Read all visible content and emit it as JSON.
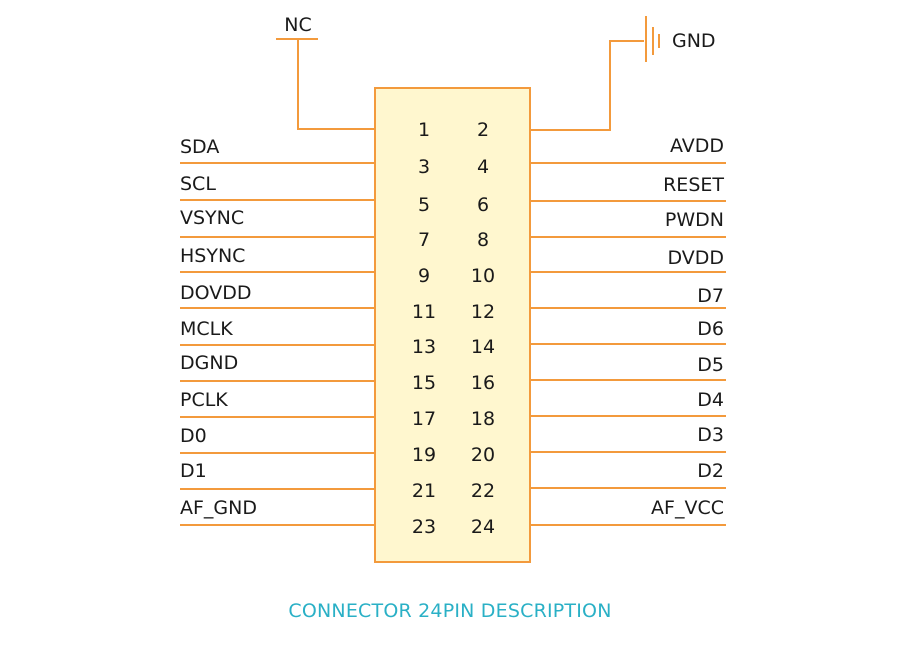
{
  "caption": "CONNECTOR 24PIN DESCRIPTION",
  "top_left_label": "NC",
  "top_right_label": "GND",
  "left_labels": [
    "SDA",
    "SCL",
    "VSYNC",
    "HSYNC",
    "DOVDD",
    "MCLK",
    "DGND",
    "PCLK",
    "D0",
    "D1",
    "AF_GND"
  ],
  "right_labels": [
    "AVDD",
    "RESET",
    "PWDN",
    "DVDD",
    "D7",
    "D6",
    "D5",
    "D4",
    "D3",
    "D2",
    "AF_VCC"
  ],
  "pin_rows": [
    [
      "1",
      "2"
    ],
    [
      "3",
      "4"
    ],
    [
      "5",
      "6"
    ],
    [
      "7",
      "8"
    ],
    [
      "9",
      "10"
    ],
    [
      "11",
      "12"
    ],
    [
      "13",
      "14"
    ],
    [
      "15",
      "16"
    ],
    [
      "17",
      "18"
    ],
    [
      "19",
      "20"
    ],
    [
      "21",
      "22"
    ],
    [
      "23",
      "24"
    ]
  ],
  "colors": {
    "wire": "#f39a3c",
    "body_fill": "#fff7cf",
    "caption": "#2ab0c6"
  }
}
